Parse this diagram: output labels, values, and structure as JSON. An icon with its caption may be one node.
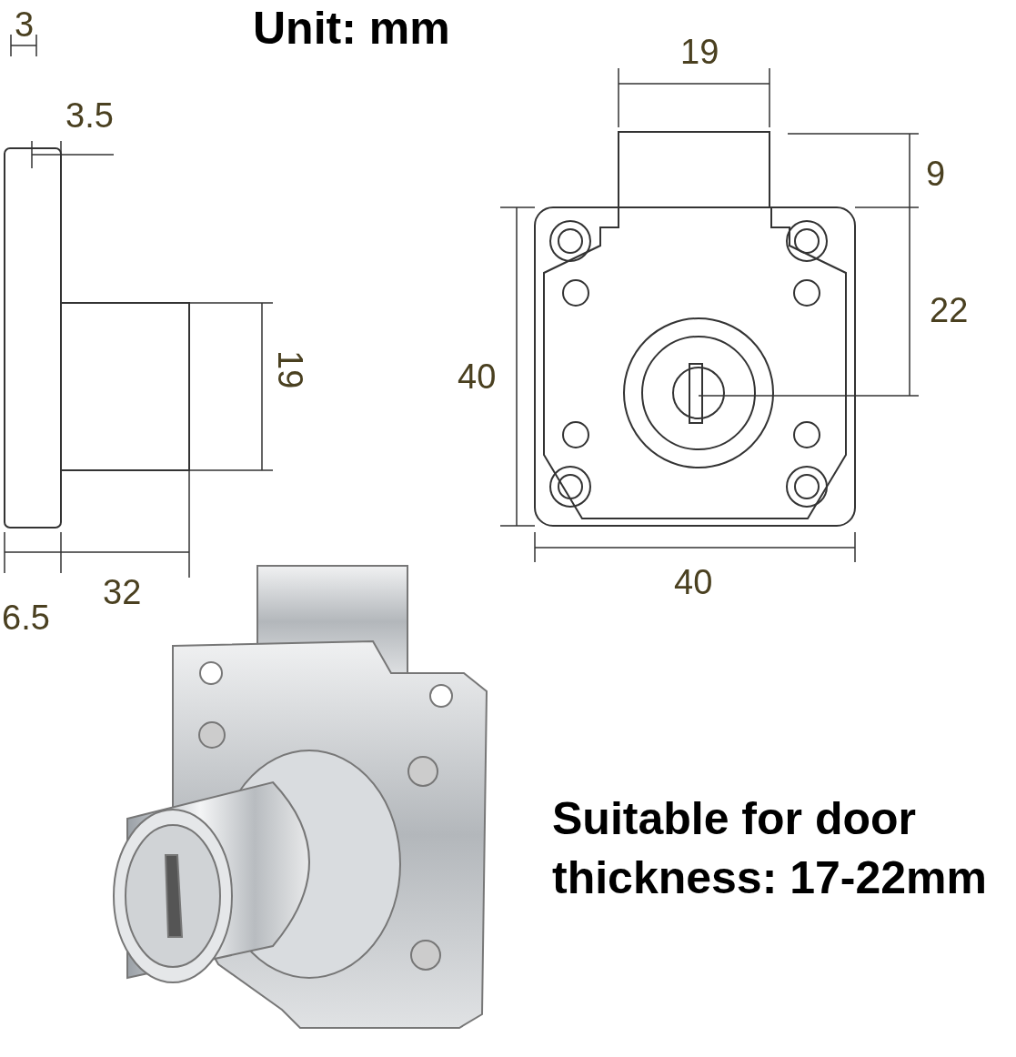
{
  "diagram": {
    "title": "Unit: mm",
    "labels": [
      "3",
      "3.5",
      "19",
      "6.5",
      "32",
      "19",
      "9",
      "22",
      "40",
      "40",
      "Suitable for door thickness: 17-22mm"
    ]
  }
}
